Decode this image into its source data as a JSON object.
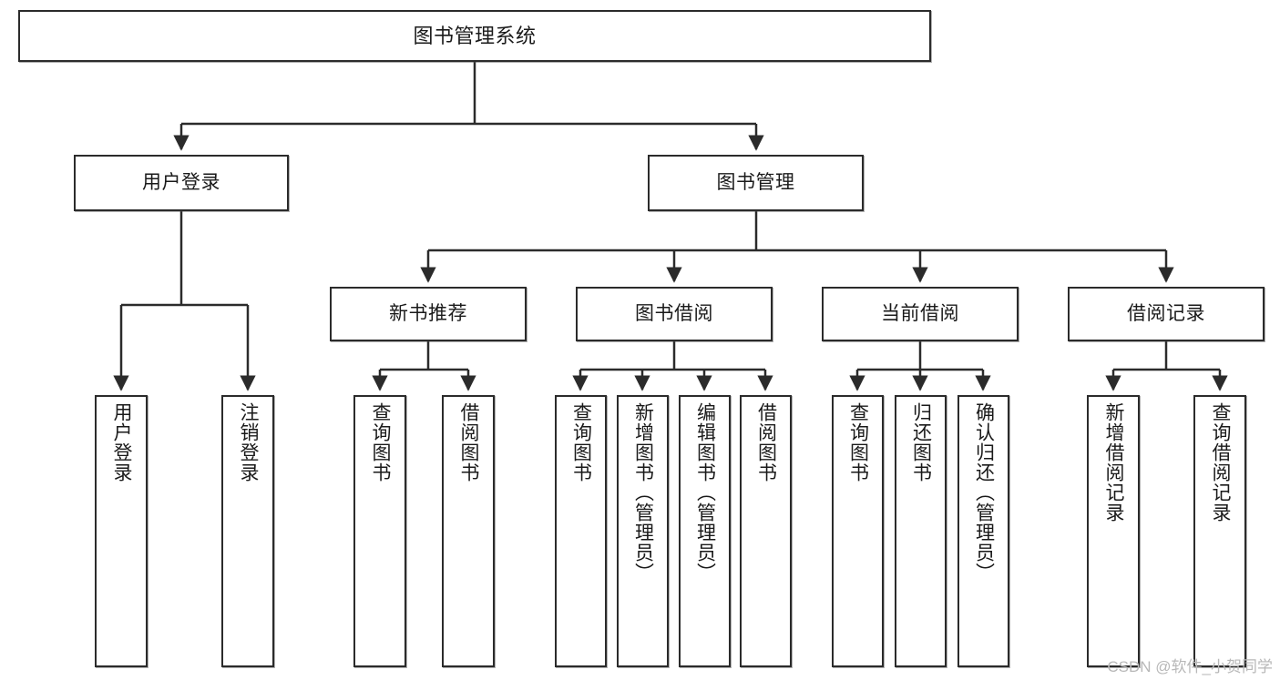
{
  "diagram": {
    "title": "图书管理系统",
    "type": "tree",
    "orientation": "top-down",
    "colors": {
      "box_border": "#2b2b2b",
      "box_fill": "#ffffff",
      "connector": "#2b2b2b",
      "text": "#1a1a1a",
      "watermark": "#b8b8b8"
    },
    "nodes": {
      "root": {
        "label": "图书管理系统",
        "orientation": "horizontal"
      },
      "level2": [
        {
          "id": "user-login",
          "label": "用户登录",
          "orientation": "horizontal"
        },
        {
          "id": "book-manage",
          "label": "图书管理",
          "orientation": "horizontal"
        }
      ],
      "level3": [
        {
          "id": "new-book-recommend",
          "label": "新书推荐",
          "orientation": "horizontal"
        },
        {
          "id": "book-borrow",
          "label": "图书借阅",
          "orientation": "horizontal"
        },
        {
          "id": "current-borrow",
          "label": "当前借阅",
          "orientation": "horizontal"
        },
        {
          "id": "borrow-record",
          "label": "借阅记录",
          "orientation": "horizontal"
        }
      ],
      "leaves": [
        {
          "id": "leaf-user-login",
          "label": "用户登录",
          "parent": "user-login",
          "orientation": "vertical"
        },
        {
          "id": "leaf-logout-login",
          "label": "注销登录",
          "parent": "user-login",
          "orientation": "vertical"
        },
        {
          "id": "leaf-query-book-1",
          "label": "查询图书",
          "parent": "new-book-recommend",
          "orientation": "vertical"
        },
        {
          "id": "leaf-borrow-book-1",
          "label": "借阅图书",
          "parent": "new-book-recommend",
          "orientation": "vertical"
        },
        {
          "id": "leaf-query-book-2",
          "label": "查询图书",
          "parent": "book-borrow",
          "orientation": "vertical"
        },
        {
          "id": "leaf-add-book",
          "label": "新增图书（管理员）",
          "parent": "book-borrow",
          "orientation": "vertical"
        },
        {
          "id": "leaf-edit-book",
          "label": "编辑图书（管理员）",
          "parent": "book-borrow",
          "orientation": "vertical"
        },
        {
          "id": "leaf-borrow-book-2",
          "label": "借阅图书",
          "parent": "book-borrow",
          "orientation": "vertical"
        },
        {
          "id": "leaf-query-book-3",
          "label": "查询图书",
          "parent": "current-borrow",
          "orientation": "vertical"
        },
        {
          "id": "leaf-return-book",
          "label": "归还图书",
          "parent": "current-borrow",
          "orientation": "vertical"
        },
        {
          "id": "leaf-confirm-return",
          "label": "确认归还（管理员）",
          "parent": "current-borrow",
          "orientation": "vertical"
        },
        {
          "id": "leaf-add-record",
          "label": "新增借阅记录",
          "parent": "borrow-record",
          "orientation": "vertical"
        },
        {
          "id": "leaf-query-record",
          "label": "查询借阅记录",
          "parent": "borrow-record",
          "orientation": "vertical"
        }
      ]
    }
  },
  "watermark": {
    "text": "CSDN @软件_小贺同学"
  }
}
